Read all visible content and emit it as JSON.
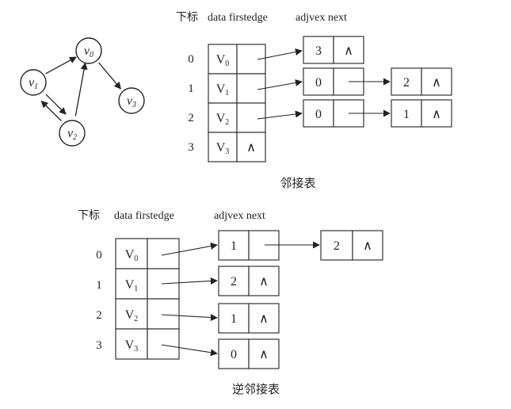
{
  "graph": {
    "nodes": [
      {
        "id": "v0",
        "base": "v",
        "sub": "0"
      },
      {
        "id": "v1",
        "base": "v",
        "sub": "1"
      },
      {
        "id": "v2",
        "base": "v",
        "sub": "2"
      },
      {
        "id": "v3",
        "base": "v",
        "sub": "3"
      }
    ],
    "edges": [
      {
        "from": "v1",
        "to": "v0"
      },
      {
        "from": "v0",
        "to": "v3"
      },
      {
        "from": "v1",
        "to": "v2"
      },
      {
        "from": "v2",
        "to": "v1"
      },
      {
        "from": "v2",
        "to": "v0"
      }
    ]
  },
  "adjacency": {
    "headers": {
      "index": "下标",
      "vertex": "data firstedge",
      "edge": "adjvex  next"
    },
    "caption": "邻接表",
    "rows": [
      {
        "index": "0",
        "data": {
          "base": "V",
          "sub": "0"
        },
        "edges": [
          {
            "adjvex": "3",
            "next": "∧"
          }
        ]
      },
      {
        "index": "1",
        "data": {
          "base": "V",
          "sub": "1"
        },
        "edges": [
          {
            "adjvex": "0",
            "next": ""
          },
          {
            "adjvex": "2",
            "next": "∧"
          }
        ]
      },
      {
        "index": "2",
        "data": {
          "base": "V",
          "sub": "2"
        },
        "edges": [
          {
            "adjvex": "0",
            "next": ""
          },
          {
            "adjvex": "1",
            "next": "∧"
          }
        ]
      },
      {
        "index": "3",
        "data": {
          "base": "V",
          "sub": "3"
        },
        "firstedge": "∧",
        "edges": []
      }
    ]
  },
  "inverse": {
    "headers": {
      "index": "下标",
      "vertex": "data firstedge",
      "edge": "adjvex  next"
    },
    "caption": "逆邻接表",
    "rows": [
      {
        "index": "0",
        "data": {
          "base": "V",
          "sub": "0"
        },
        "edges": [
          {
            "adjvex": "1",
            "next": ""
          },
          {
            "adjvex": "2",
            "next": "∧"
          }
        ]
      },
      {
        "index": "1",
        "data": {
          "base": "V",
          "sub": "1"
        },
        "edges": [
          {
            "adjvex": "2",
            "next": "∧"
          }
        ]
      },
      {
        "index": "2",
        "data": {
          "base": "V",
          "sub": "2"
        },
        "edges": [
          {
            "adjvex": "1",
            "next": "∧"
          }
        ]
      },
      {
        "index": "3",
        "data": {
          "base": "V",
          "sub": "3"
        },
        "edges": [
          {
            "adjvex": "0",
            "next": "∧"
          }
        ]
      }
    ]
  }
}
